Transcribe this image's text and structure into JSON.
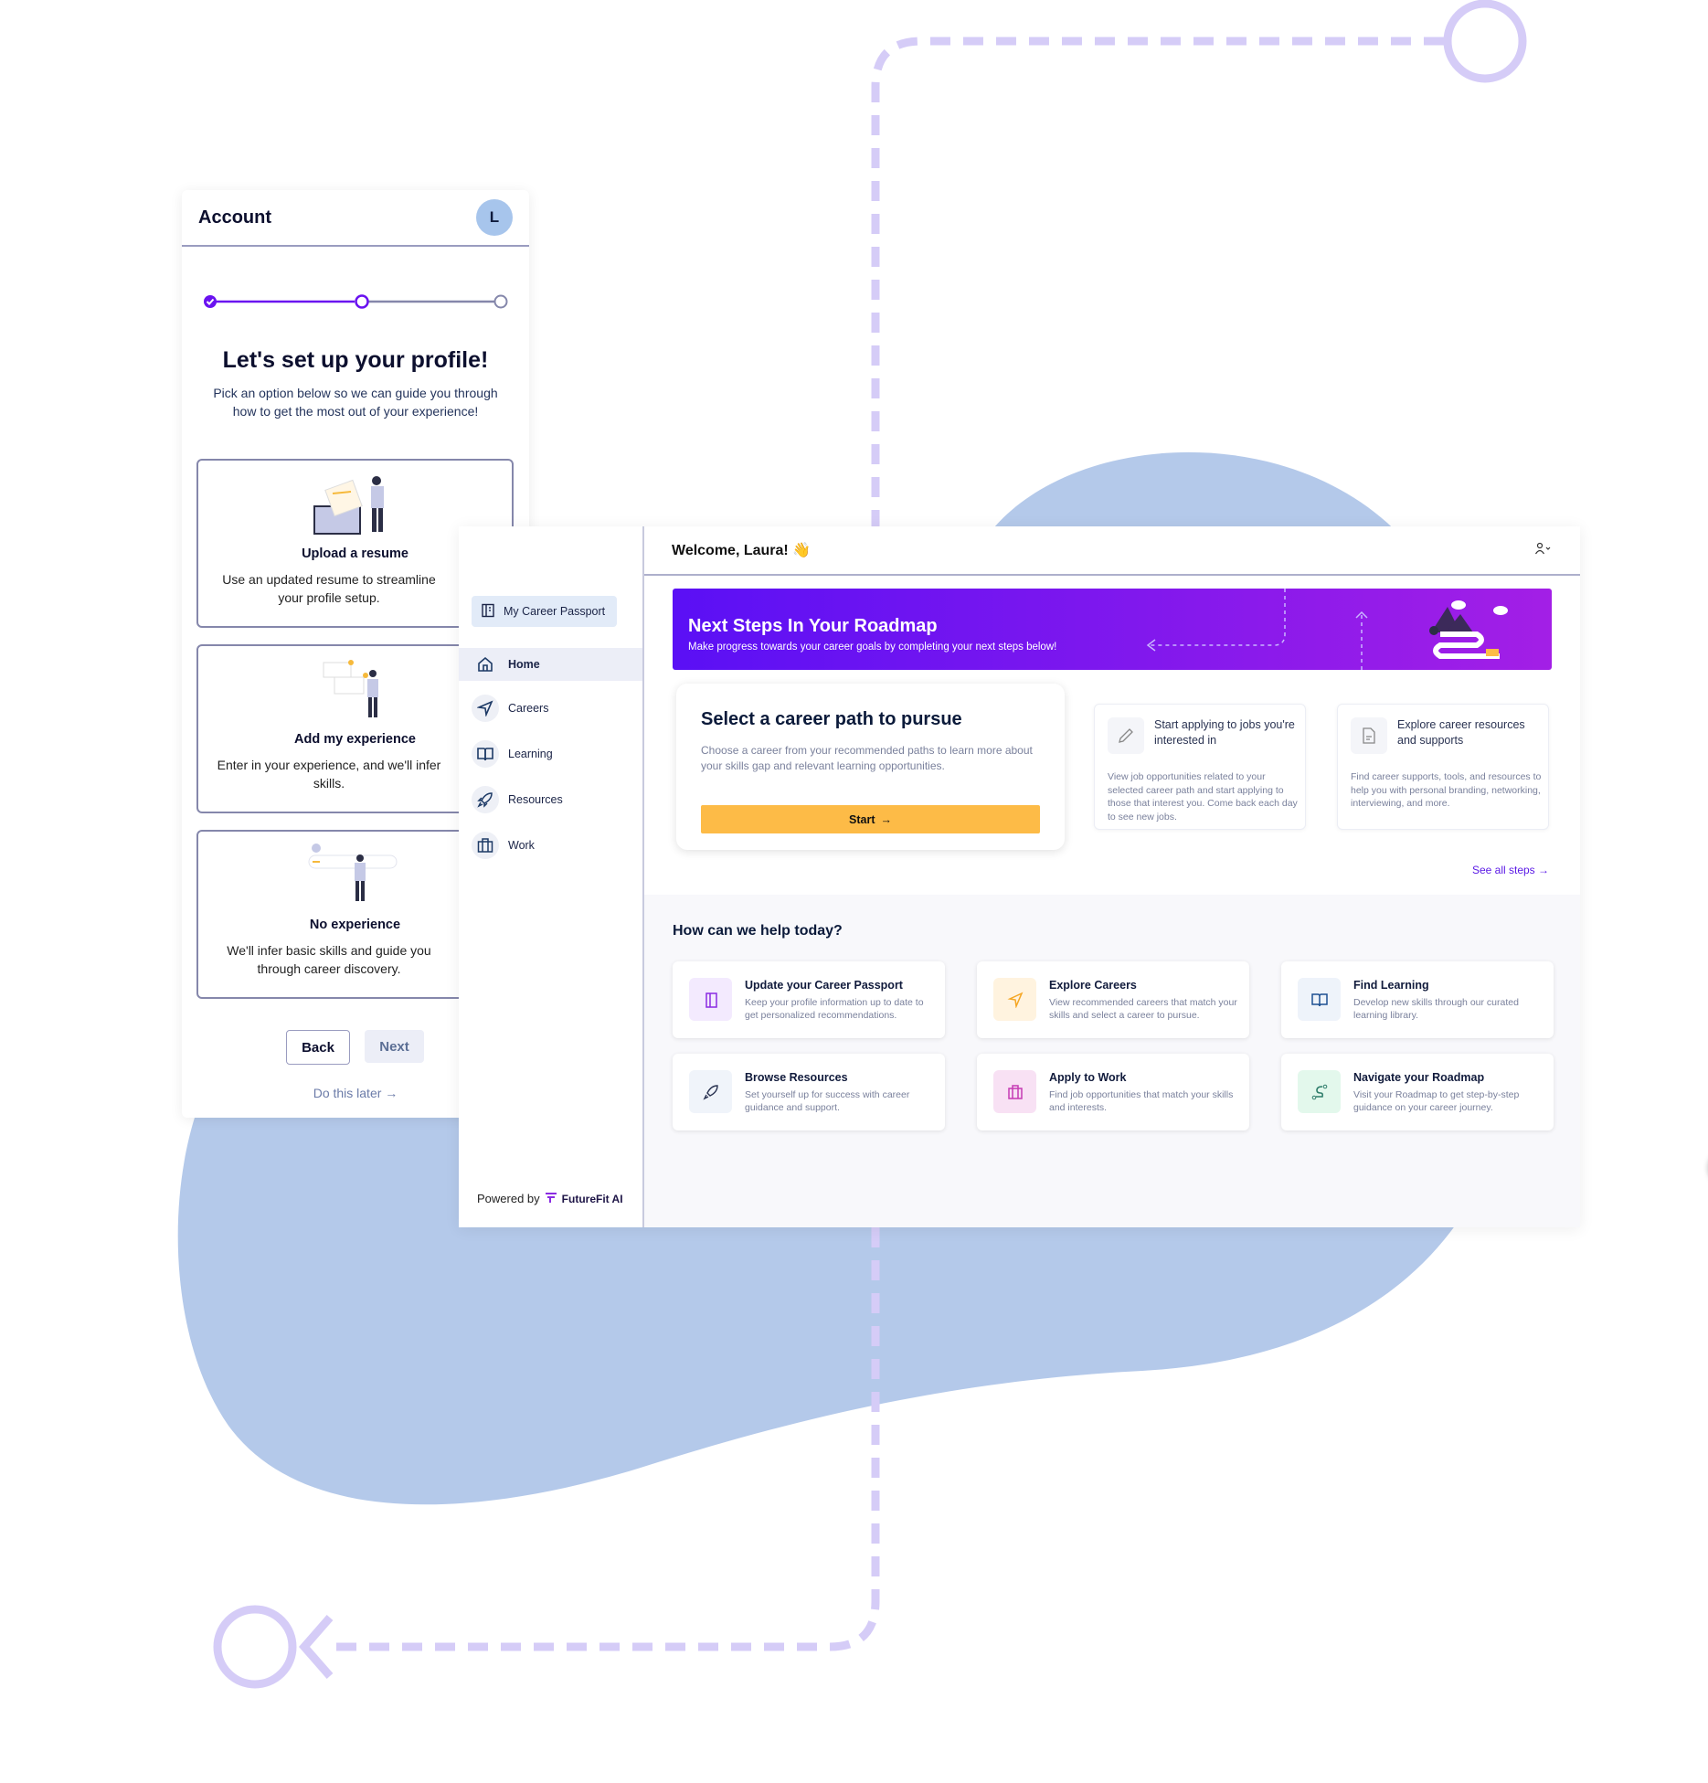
{
  "colors": {
    "accent": "#6a12f0",
    "blob": "#b4c9ea",
    "dash_line": "#d5ccf7",
    "start_button": "#fdbb47"
  },
  "account": {
    "title": "Account",
    "avatar_initial": "L",
    "stepper": {
      "steps": 3,
      "completed": 1,
      "current": 2
    },
    "heading": "Let's set up your profile!",
    "subtitle": "Pick an option below so we can guide you through how to get the most out of your experience!",
    "options": [
      {
        "title": "Upload a resume",
        "desc": "Use an updated resume to streamline your profile setup."
      },
      {
        "title": "Add my experience",
        "desc": "Enter in your experience, and we'll infer skills."
      },
      {
        "title": "No experience",
        "desc": "We'll infer basic skills and guide you through career discovery."
      }
    ],
    "back_label": "Back",
    "next_label": "Next",
    "later_label": "Do this later →"
  },
  "sidebar": {
    "passport_label": "My Career Passport",
    "items": [
      {
        "label": "Home",
        "icon": "home-icon",
        "active": true
      },
      {
        "label": "Careers",
        "icon": "navigation-arrow-icon"
      },
      {
        "label": "Learning",
        "icon": "book-icon"
      },
      {
        "label": "Resources",
        "icon": "rocket-icon"
      },
      {
        "label": "Work",
        "icon": "briefcase-icon"
      }
    ],
    "powered_by": "Powered by",
    "brand": "FutureFit AI"
  },
  "header": {
    "welcome": "Welcome, Laura! 👋",
    "user_icon": "user-icon"
  },
  "banner": {
    "title": "Next Steps In Your Roadmap",
    "subtitle": "Make progress towards your career goals by completing your next steps below!"
  },
  "steps": {
    "primary": {
      "title": "Select a career path to pursue",
      "desc": "Choose a career from your recommended paths to learn more about your skills gap and relevant learning opportunities.",
      "button": "Start"
    },
    "cards": [
      {
        "title": "Start applying to jobs you're interested in",
        "desc": "View job opportunities related to your selected career path and start applying to those that interest you. Come back each day to see new jobs.",
        "icon": "pencil-icon"
      },
      {
        "title": "Explore career resources and supports",
        "desc": "Find career supports, tools, and resources to help you with personal branding, networking, interviewing, and more.",
        "icon": "document-icon"
      }
    ],
    "see_all": "See all steps →"
  },
  "help": {
    "title": "How can we help today?",
    "cards": [
      {
        "title": "Update your Career Passport",
        "desc": "Keep your profile information up to date to get personalized recommendations.",
        "icon": "passport-icon",
        "bg": "#f3eafe",
        "fg": "#8a2be2"
      },
      {
        "title": "Explore Careers",
        "desc": "View recommended careers that match your skills and select a career to pursue.",
        "icon": "navigation-arrow-icon",
        "bg": "#fff3df",
        "fg": "#f5a623"
      },
      {
        "title": "Find Learning",
        "desc": "Develop new skills through our curated learning library.",
        "icon": "book-icon",
        "bg": "#eef3fa",
        "fg": "#1d4f91"
      },
      {
        "title": "Browse Resources",
        "desc": "Set yourself up for success with career guidance and support.",
        "icon": "rocket-icon",
        "bg": "#f0f4fa",
        "fg": "#2a3352"
      },
      {
        "title": "Apply to Work",
        "desc": "Find job opportunities that match your skills and interests.",
        "icon": "briefcase-icon",
        "bg": "#f8e1f4",
        "fg": "#c63bb3"
      },
      {
        "title": "Navigate your Roadmap",
        "desc": "Visit your Roadmap to get step-by-step guidance on your career journey.",
        "icon": "route-icon",
        "bg": "#e3f8ec",
        "fg": "#2e7d6a"
      }
    ]
  },
  "chat": {
    "icon": "chat-icon"
  }
}
